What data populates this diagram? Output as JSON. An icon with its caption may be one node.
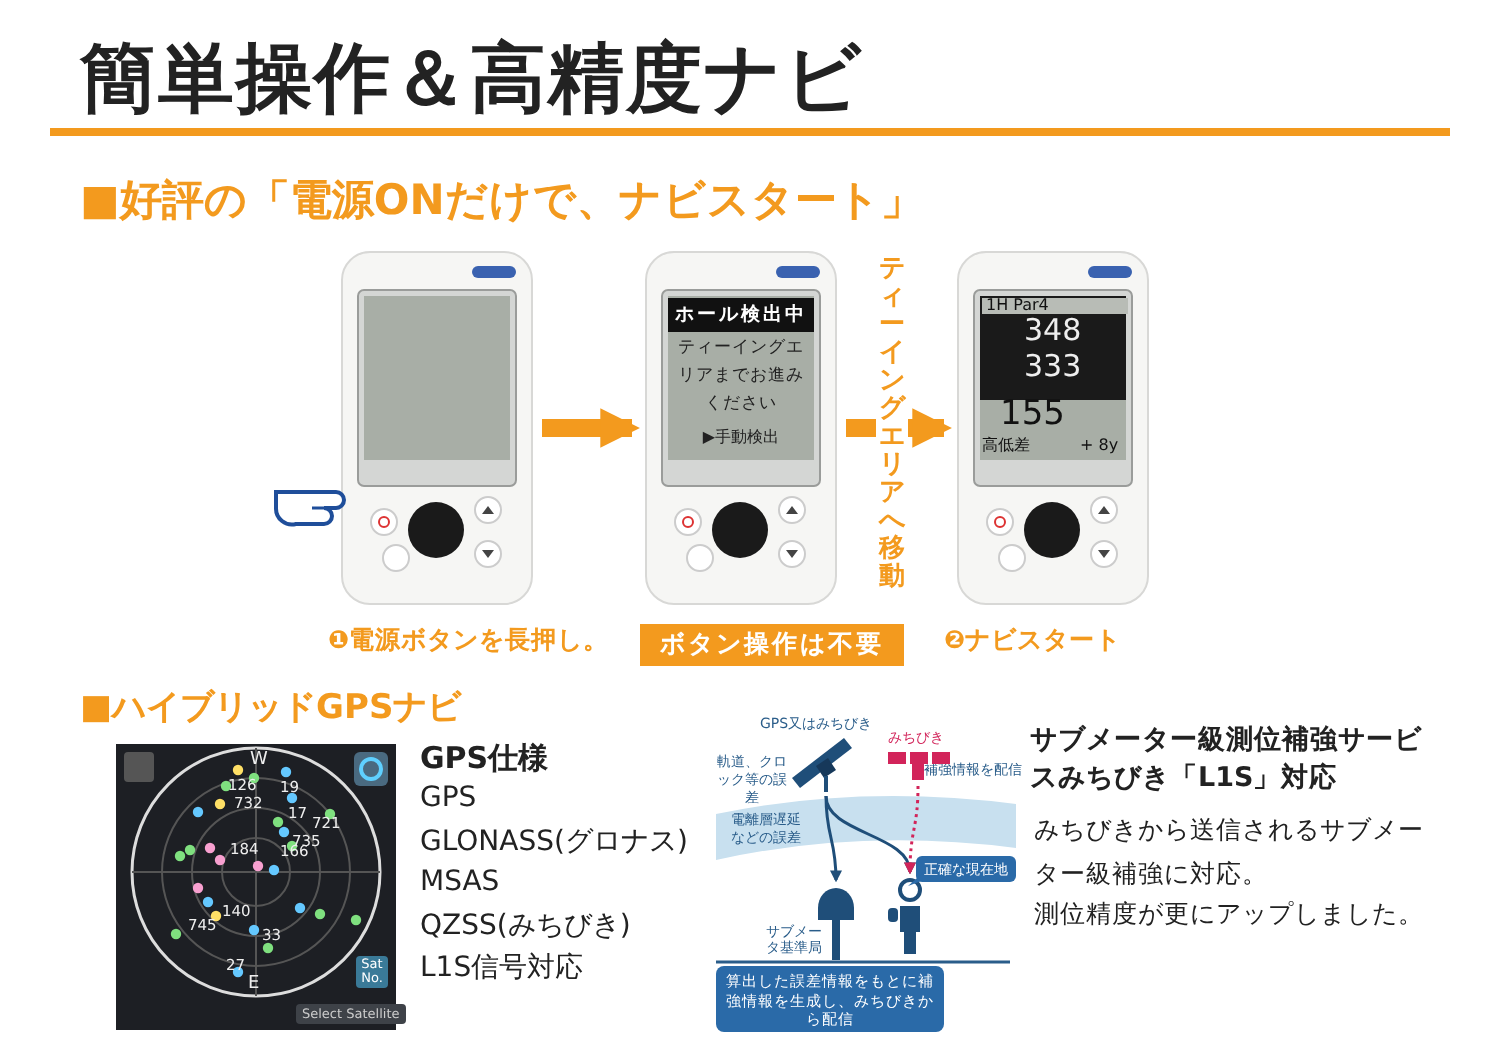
{
  "diagram": {
    "title": "簡単操作＆高精度ナビ",
    "nodes": [
      {
        "text": [],
        "shape": "picture",
        "beside": [
          "❶電源ボタンを長押し。"
        ]
      },
      {
        "text": [
          "ホール検出中",
          "ティーイングエリアまでお進みください",
          "▶手動検出"
        ],
        "beside": [
          "ボタン操作は不要"
        ]
      },
      {
        "text": [
          "1H Par4",
          "348",
          "333",
          "155",
          "高低差",
          "+ 8y"
        ],
        "beside": [
          "❷ナビスタート"
        ]
      },
      {
        "text": [
          "GPS又はみちびき"
        ]
      },
      {
        "text": [
          "みちびき"
        ]
      },
      {
        "text": [
          "サブメータ基準局"
        ]
      },
      {
        "text": [],
        "shape": "person"
      },
      {
        "text": [
          "正確な現在地"
        ]
      },
      {
        "text": [
          "算出した誤差情報をもとに補強情報を生成し、みちびきから配信"
        ]
      }
    ],
    "edges": [
      {
        "from": 0,
        "to": 1,
        "arrow": "to",
        "style": "thick",
        "color": "#f39a1e"
      },
      {
        "from": 1,
        "to": 2,
        "arrow": "to",
        "style": "thick",
        "color": "#f39a1e",
        "label": "ティーイングエリアへ移動"
      },
      {
        "from": 3,
        "to": 5,
        "arrow": "to",
        "color": "#1f4e79"
      },
      {
        "from": 3,
        "to": 6,
        "arrow": "to",
        "color": "#1f4e79"
      },
      {
        "from": 4,
        "to": 6,
        "arrow": "to",
        "style": "dashed",
        "color": "#d2245a"
      }
    ],
    "labels": [
      "■好評の「電源ONだけで、ナビスタート」",
      "■ハイブリッドGPSナビ",
      "W",
      "126",
      "19",
      "732",
      "17",
      "721",
      "735",
      "184",
      "166",
      "140",
      "745",
      "33",
      "27",
      "E",
      "Sat No.",
      "Select Satellite",
      "GPS仕様",
      "GPS",
      "GLONASS(グロナス)",
      "MSAS",
      "QZSS(みちびき)",
      "L1S信号対応",
      "軌道、クロック等の誤差",
      "補強情報を配信",
      "電離層遅延などの誤差",
      "サブメーター級測位補強サービスみちびき「L1S」対応",
      "みちびきから送信されるサブメーター級補強に対応。",
      "測位精度が更にアップしました。"
    ]
  }
}
